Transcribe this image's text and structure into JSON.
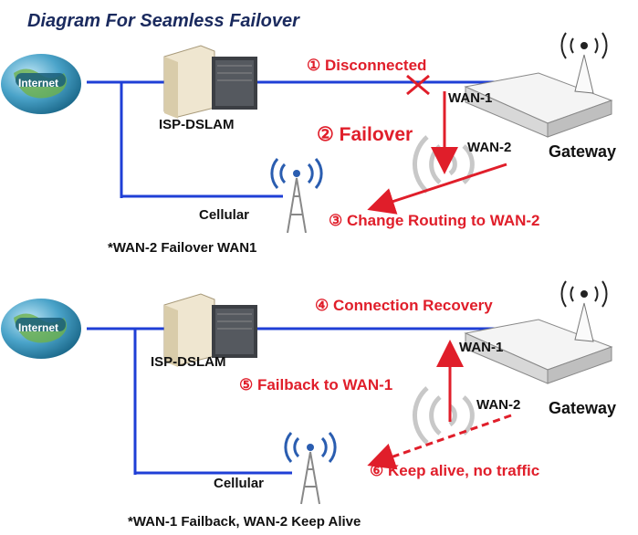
{
  "title": "Diagram For Seamless Failover",
  "labels": {
    "internet": "Internet",
    "isp": "ISP-DSLAM",
    "cellular": "Cellular",
    "wan1": "WAN-1",
    "wan2": "WAN-2",
    "gateway": "Gateway"
  },
  "top": {
    "step1": "① Disconnected",
    "step2": "② Failover",
    "step3": "③ Change Routing to WAN-2",
    "caption": "*WAN-2 Failover WAN1"
  },
  "bottom": {
    "step4": "④ Connection Recovery",
    "step5": "⑤ Failback to WAN-1",
    "step6": "⑥ Keep  alive, no traffic",
    "caption": "*WAN-1 Failback, WAN-2 Keep Alive"
  },
  "colors": {
    "line": "#1f3fd6",
    "accent": "#e01e2a",
    "title": "#1a2a5e"
  }
}
